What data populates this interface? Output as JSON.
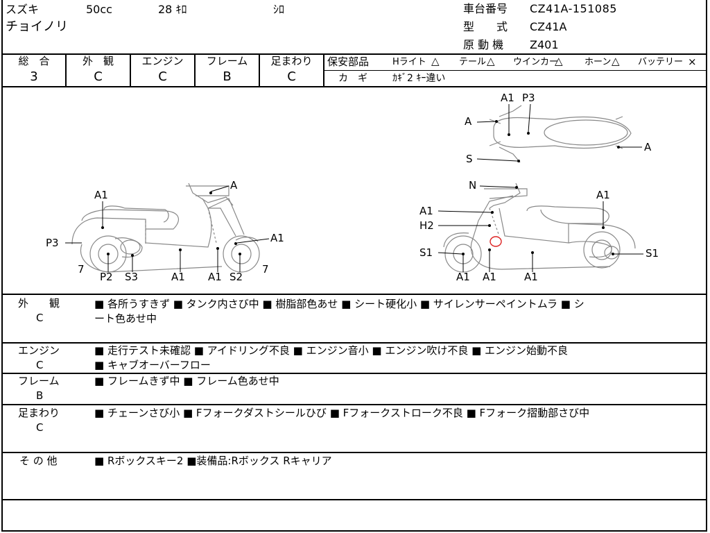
{
  "header": {
    "maker": "スズキ",
    "displacement": "50cc",
    "mileage": "28 ｷﾛ",
    "color": "ｼﾛ",
    "model_name": "チョイノリ",
    "frame_no_label": "車台番号",
    "frame_no": "CZ41A-151085",
    "type_label": "型　　式",
    "type": "CZ41A",
    "engine_label": "原 動 機",
    "engine": "Z401"
  },
  "grades": {
    "overall_label": "総　合",
    "overall": "3",
    "exterior_label": "外　観",
    "exterior": "C",
    "engine_label": "エンジン",
    "engine": "C",
    "frame_label": "フレーム",
    "frame": "B",
    "suspension_label": "足まわり",
    "suspension": "C"
  },
  "safety": {
    "label": "保安部品",
    "items": [
      {
        "name": "Hライト",
        "mark": "△"
      },
      {
        "name": "テール",
        "mark": "△"
      },
      {
        "name": "ウインカー",
        "mark": "△"
      },
      {
        "name": "ホーン",
        "mark": "△"
      },
      {
        "name": "バッテリー",
        "mark": "×"
      }
    ],
    "key_label": "カ　ギ",
    "key_value": "ｶｷﾞ2 ｷｰ違い"
  },
  "diagram": {
    "top": {
      "a1": "A1",
      "p3": "P3",
      "a_left": "A",
      "a_right": "A",
      "s": "S"
    },
    "left": {
      "a1_top": "A1",
      "a": "A",
      "a1_right": "A1",
      "p3": "P3",
      "seven_left": "7",
      "seven_right": "7",
      "p2": "P2",
      "s3": "S3",
      "a1_b1": "A1",
      "a1_b2": "A1",
      "s2": "S2"
    },
    "right": {
      "n": "N",
      "a1_seat": "A1",
      "a1_mid": "A1",
      "h2": "H2",
      "s1_left": "S1",
      "s1_right": "S1",
      "a1_b1": "A1",
      "a1_b2": "A1",
      "a1_b3": "A1"
    }
  },
  "remarks": {
    "exterior": {
      "label": "外　　観",
      "grade": "C",
      "line1": "■ 各所うすきず ■ タンク内さび中 ■ 樹脂部色あせ ■ シート硬化小 ■ サイレンサーペイントムラ ■ シ",
      "line2": "ート色あせ中"
    },
    "engine": {
      "label": "エンジン",
      "grade": "C",
      "line1": "■ 走行テスト未確認 ■ アイドリング不良 ■ エンジン音小 ■ エンジン吹け不良 ■ エンジン始動不良",
      "line2": "■ キャブオーバーフロー"
    },
    "frame": {
      "label": "フレーム",
      "grade": "B",
      "line1": "■ フレームきず中 ■ フレーム色あせ中"
    },
    "suspension": {
      "label": "足まわり",
      "grade": "C",
      "line1": "■ チェーンさび小 ■ Fフォークダストシールひび ■ Fフォークストローク不良 ■ Fフォーク摺動部さび中"
    },
    "other": {
      "label": "そ の 他",
      "line1": "■ Rボックスキー2 ■装備品:Rボックス Rキャリア"
    }
  }
}
